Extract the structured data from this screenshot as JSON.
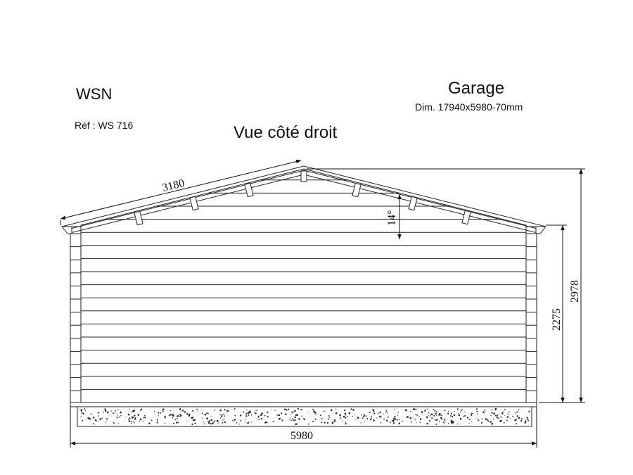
{
  "header": {
    "brand": "WSN",
    "reference": "Réf : WS 716",
    "view_title": "Vue côté droit",
    "product": "Garage",
    "dimensions": "Dim.  17940x5980-70mm"
  },
  "dimensions": {
    "roof_slope_length": "3180",
    "roof_angle": "14°",
    "wall_height": "2275",
    "total_height": "2978",
    "width": "5980"
  }
}
